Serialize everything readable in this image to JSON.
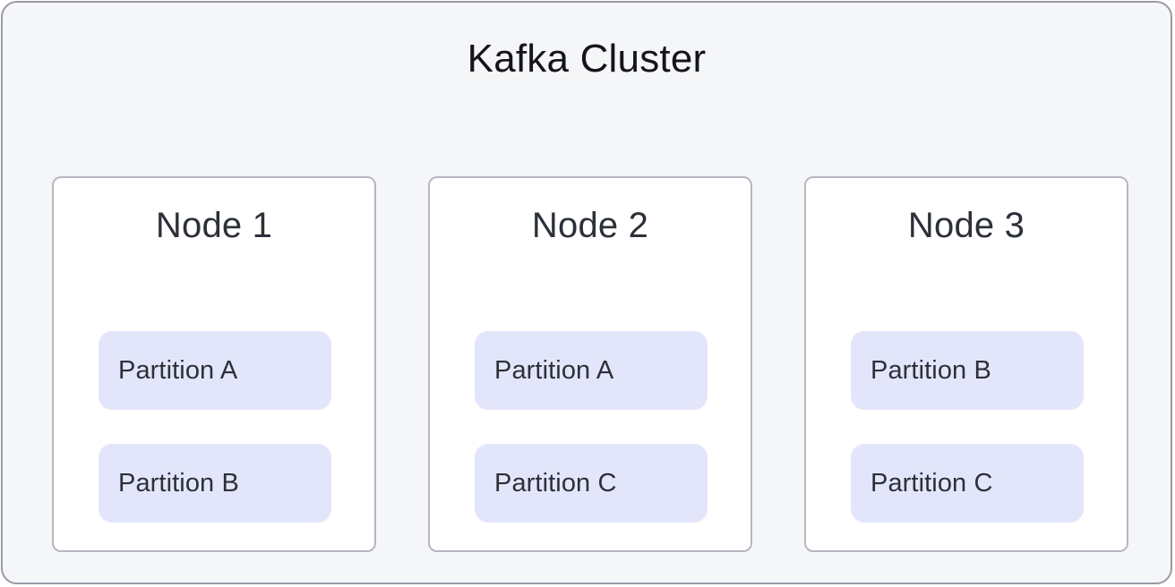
{
  "cluster": {
    "title": "Kafka Cluster",
    "background_color": "#f5f6f8",
    "border_color": "#9a9aa6",
    "title_color": "#14151a"
  },
  "theme": {
    "node_card_background": "#ffffff",
    "node_card_border": "#b6b7c0",
    "partition_background": "#e3e6fb",
    "partition_text_color": "#2c3038",
    "node_title_color": "#2c3038"
  },
  "nodes": [
    {
      "label": "Node 1",
      "partitions": [
        {
          "label": "Partition A"
        },
        {
          "label": "Partition B"
        }
      ]
    },
    {
      "label": "Node 2",
      "partitions": [
        {
          "label": "Partition A"
        },
        {
          "label": "Partition C"
        }
      ]
    },
    {
      "label": "Node 3",
      "partitions": [
        {
          "label": "Partition B"
        },
        {
          "label": "Partition C"
        }
      ]
    }
  ]
}
